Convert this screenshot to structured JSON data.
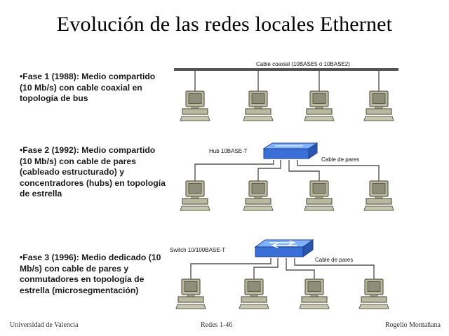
{
  "title": "Evolución de las redes locales Ethernet",
  "phases": [
    {
      "heading": "•Fase 1 (1988): ",
      "text": "Medio compartido (10 Mb/s) con cable coaxial en topología de bus"
    },
    {
      "heading": "•Fase 2 (1992): ",
      "text": "Medio compartido (10 Mb/s) con cable de pares (cableado estructurado) y concentradores (hubs) en topología de estrella"
    },
    {
      "heading": "•Fase 3 (1996): ",
      "text": "Medio dedicado (10 Mb/s) con cable de pares y conmutadores en topología de estrella (microsegmentación)"
    }
  ],
  "diagram": {
    "bus_label": "Cable coaxial (10BASE5 ó 10BASE2)",
    "hub_label": "Hub 10BASE-T",
    "hub_cable_label": "Cable de pares",
    "switch_label": "Switch 10/100BASE-T",
    "switch_cable_label": "Cable de pares",
    "colors": {
      "device_blue": "#3a6fd8",
      "device_light": "#7fb2ff",
      "computer_fill": "#b9b9a0",
      "computer_dark": "#5e5e4c",
      "line": "#555555"
    }
  },
  "footer": {
    "left": "Universidad de Valencia",
    "center": "Redes 1-46",
    "right": "Rogelio Montañana"
  }
}
